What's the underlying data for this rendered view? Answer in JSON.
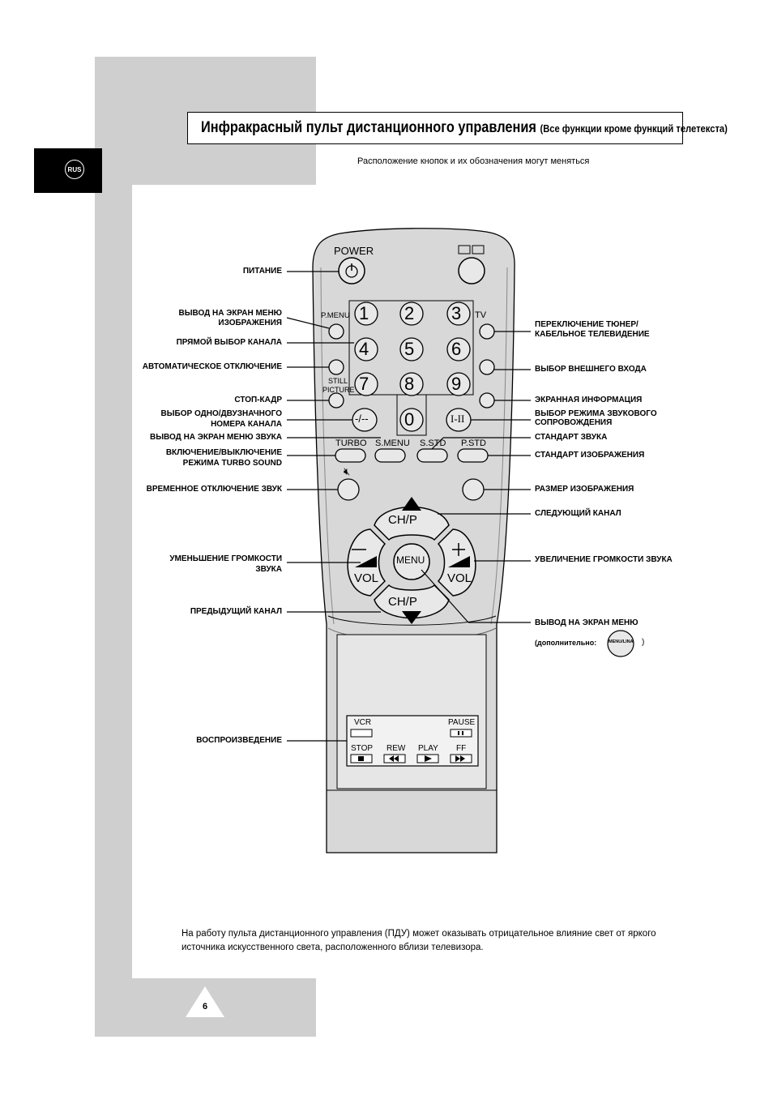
{
  "header": {
    "language_tab": "RUS",
    "title": "Инфракрасный пульт дистанционного управления",
    "title_note": "(Все функции кроме функций телетекста)",
    "subtitle": "Расположение кнопок и их обозначения могут меняться"
  },
  "remote": {
    "power": "POWER",
    "teletext_mix_icon": "teletext-mix-icon",
    "digits": [
      "1",
      "2",
      "3",
      "4",
      "5",
      "6",
      "7",
      "8",
      "9",
      "0"
    ],
    "p_menu": "P.MENU",
    "tv": "TV",
    "still_line1": "STILL",
    "still_line2": "PICTURE",
    "dash": "-/--",
    "dual": "I-II",
    "turbo": "TURBO",
    "s_menu": "S.MENU",
    "s_std": "S.STD",
    "p_std": "P.STD",
    "mute_icon": "mute-icon",
    "ch_p": "CH/P",
    "vol": "VOL",
    "menu": "MENU",
    "vcr": "VCR",
    "pause": "PAUSE",
    "stop": "STOP",
    "rew": "REW",
    "play": "PLAY",
    "ff": "FF"
  },
  "labels_left": [
    "ПИТАНИЕ",
    "ВЫВОД НА ЭКРАН МЕНЮ",
    "ИЗОБРАЖЕНИЯ",
    "ПРЯМОЙ ВЫБОР КАНАЛА",
    "АВТОМАТИЧЕСКОЕ ОТКЛЮЧЕНИЕ",
    "СТОП-КАДР",
    "ВЫБОР ОДНО/ДВУЗНАЧНОГО",
    "НОМЕРА КАНАЛА",
    "ВЫВОД НА ЭКРАН МЕНЮ ЗВУКА",
    "ВКЛЮЧЕНИЕ/ВЫКЛЮЧЕНИЕ",
    "РЕЖИМА TURBO SOUND",
    "ВРЕМЕННОЕ ОТКЛЮЧЕНИЕ ЗВУК",
    "УМЕНЬШЕНИЕ ГРОМКОСТИ",
    "ЗВУКА",
    "ПРЕДЫДУЩИЙ КАНАЛ",
    "ВОСПРОИЗВЕДЕНИЕ"
  ],
  "labels_right": [
    "ПЕРЕКЛЮЧЕНИЕ ТЮНЕР/",
    "КАБЕЛЬНОЕ ТЕЛЕВИДЕНИЕ",
    "ВЫБОР ВНЕШНЕГО ВХОДА",
    "ЭКРАННАЯ ИНФОРМАЦИЯ",
    "ВЫБОР РЕЖИМА ЗВУКОВОГО",
    "СОПРОВОЖДЕНИЯ",
    "СТАНДАРТ ЗВУКА",
    "СТАНДАРТ ИЗОБРАЖЕНИЯ",
    "РАЗМЕР ИЗОБРАЖЕНИЯ",
    "СЛЕДУЮЩИЙ КАНАЛ",
    "УВЕЛИЧЕНИЕ ГРОМКОСТИ ЗВУКА",
    "ВЫВОД НА ЭКРАН МЕНЮ",
    "(дополнительно:",
    ")"
  ],
  "alt_menu_button_text": "MENU/LINA",
  "footer": {
    "note": "На работу пульта дистанционного управления (ПДУ) может оказывать отрицательное влияние свет от яркого источника искусственного света, расположенного вблизи телевизора.",
    "page_number": "6"
  }
}
